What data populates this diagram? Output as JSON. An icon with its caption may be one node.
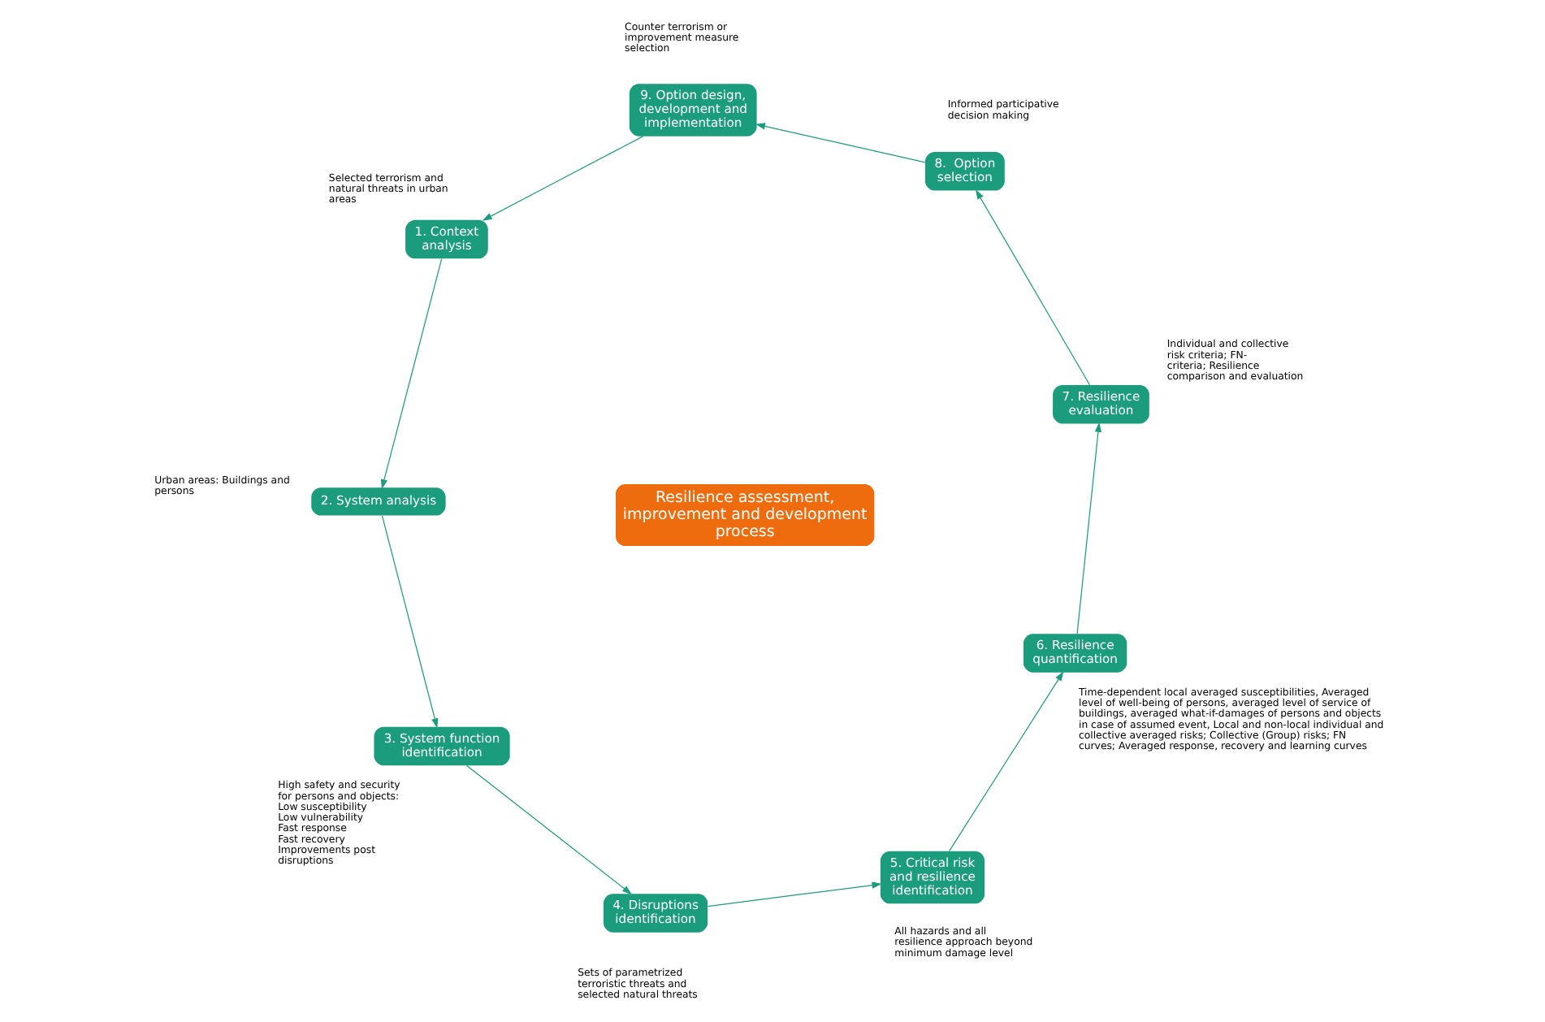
{
  "diagram": {
    "nodes": [
      {
        "text": [
          "Resilience assessment, improvement and development process"
        ]
      },
      {
        "text": [
          "1. Context analysis"
        ],
        "beside": [
          "Selected terrorism and natural threats in urban areas"
        ]
      },
      {
        "text": [
          "2. System analysis"
        ],
        "beside": [
          "Urban areas: Buildings and persons"
        ]
      },
      {
        "text": [
          "3. System function identification"
        ],
        "beside": [
          "High safety and security for persons and objects:",
          "Low susceptibility",
          "Low vulnerability",
          "Fast response",
          "Fast recovery",
          "Improvements post disruptions"
        ]
      },
      {
        "text": [
          "4. Disruptions identification"
        ],
        "beside": [
          "Sets of parametrized terroristic threats and selected natural threats"
        ]
      },
      {
        "text": [
          "5. Critical risk and resilience identification"
        ],
        "beside": [
          "All hazards and all resilience approach beyond minimum damage level"
        ]
      },
      {
        "text": [
          "6. Resilience quantification"
        ],
        "beside": [
          "Time-dependent local averaged susceptibilities, Averaged level of well-being of persons, averaged level of service of buildings, averaged what-if-damages of persons and objects in case of assumed event, Local and non-local individual and collective averaged risks; Collective (Group) risks; FN curves; Averaged response, recovery and learning curves"
        ]
      },
      {
        "text": [
          "7. Resilience evaluation"
        ],
        "beside": [
          "Individual and collective risk criteria; FN-criteria; Resilience comparison and evaluation"
        ]
      },
      {
        "text": [
          "8.  Option selection"
        ],
        "beside": [
          "Informed participative decision making"
        ]
      },
      {
        "text": [
          "9. Option design, development and implementation"
        ],
        "beside": [
          "Counter terrorism or improvement measure selection"
        ]
      }
    ],
    "edges": [
      {
        "from": 1,
        "to": 2,
        "arrow": "to"
      },
      {
        "from": 2,
        "to": 3,
        "arrow": "to"
      },
      {
        "from": 3,
        "to": 4,
        "arrow": "to"
      },
      {
        "from": 4,
        "to": 5,
        "arrow": "to"
      },
      {
        "from": 5,
        "to": 6,
        "arrow": "to"
      },
      {
        "from": 6,
        "to": 7,
        "arrow": "to"
      },
      {
        "from": 7,
        "to": 8,
        "arrow": "to"
      },
      {
        "from": 8,
        "to": 9,
        "arrow": "to"
      },
      {
        "from": 9,
        "to": 1,
        "arrow": "to"
      }
    ]
  }
}
